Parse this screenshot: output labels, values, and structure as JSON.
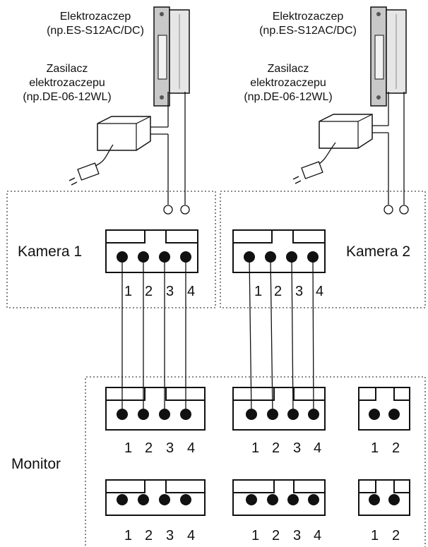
{
  "lock_label": [
    "Elektrozaczep",
    "(np.ES-S12AC/DC)"
  ],
  "psu_label": [
    "Zasilacz",
    "elektrozaczepu",
    "(np.DE-06-12WL)"
  ],
  "camera1_label": "Kamera 1",
  "camera2_label": "Kamera 2",
  "monitor_label": "Monitor",
  "pins4": [
    "1",
    "2",
    "3",
    "4"
  ],
  "pins2": [
    "1",
    "2"
  ],
  "colors": {
    "line": "#111111",
    "lock_metal": "#c8c8c8",
    "dotted": "#444444"
  },
  "icons": [
    "door-strike-icon",
    "power-supply-icon",
    "plug-icon",
    "terminal-connector-icon"
  ]
}
